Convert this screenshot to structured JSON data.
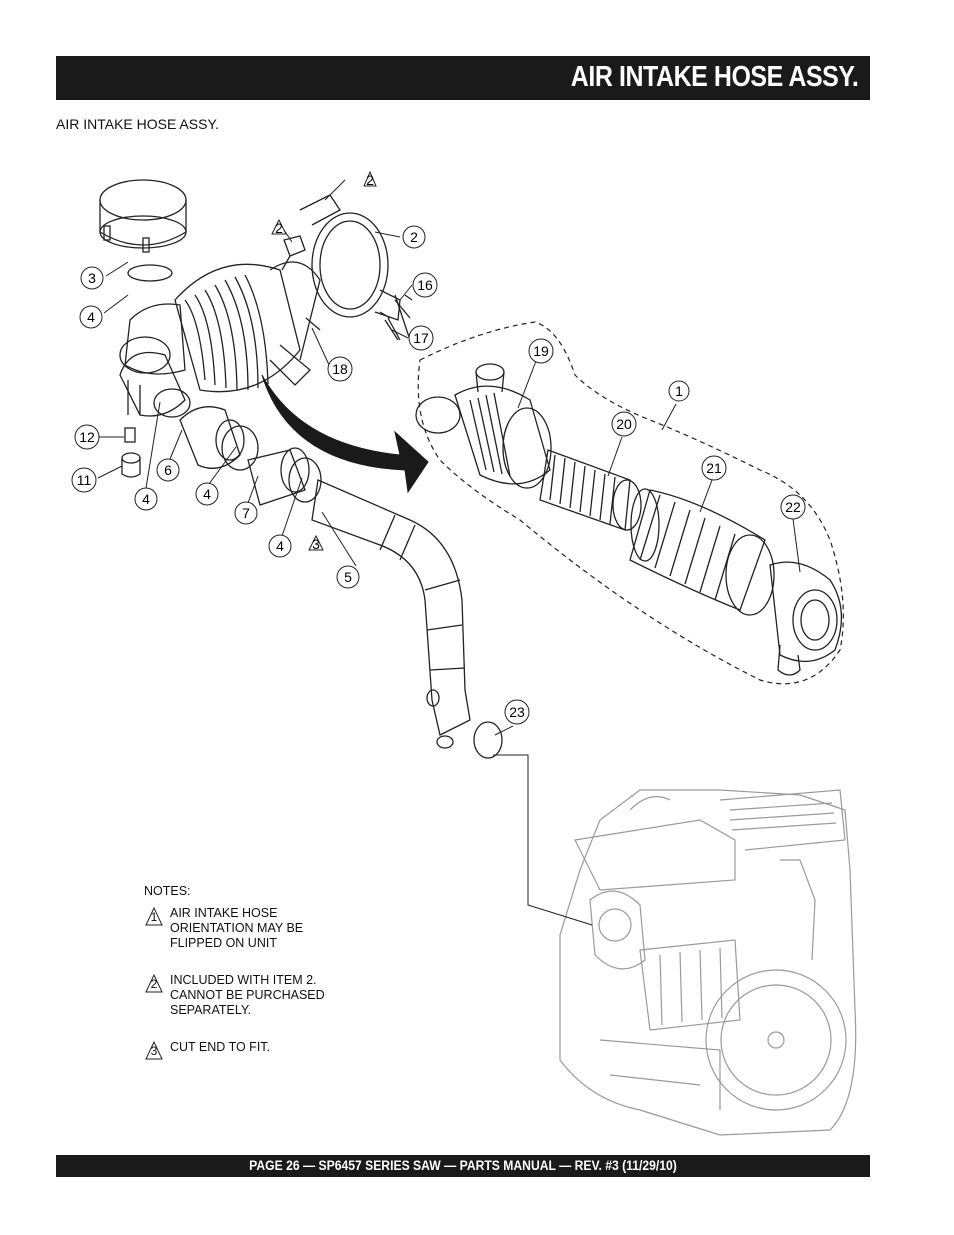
{
  "header": {
    "title": "AIR INTAKE HOSE ASSY."
  },
  "subtitle": "AIR INTAKE HOSE ASSY.",
  "callouts": [
    "1",
    "2",
    "3",
    "4",
    "4",
    "4",
    "4",
    "5",
    "6",
    "7",
    "11",
    "12",
    "16",
    "17",
    "18",
    "19",
    "20",
    "21",
    "22",
    "23"
  ],
  "ref_marks": [
    "2",
    "2",
    "3"
  ],
  "notes": {
    "heading": "NOTES:",
    "items": [
      {
        "mark": "1",
        "text": "AIR INTAKE  HOSE\nORIENTATION MAY BE\nFLIPPED ON UNIT"
      },
      {
        "mark": "2",
        "text": "INCLUDED WITH ITEM 2.\nCANNOT BE PURCHASED\nSEPARATELY."
      },
      {
        "mark": "3",
        "text": "CUT END TO FIT."
      }
    ]
  },
  "footer": {
    "text": "PAGE 26 — SP6457 SERIES SAW  — PARTS MANUAL — REV. #3 (11/29/10)"
  },
  "colors": {
    "bar": "#1a1a1a",
    "line": "#222222",
    "engine": "#9a9a9a"
  }
}
